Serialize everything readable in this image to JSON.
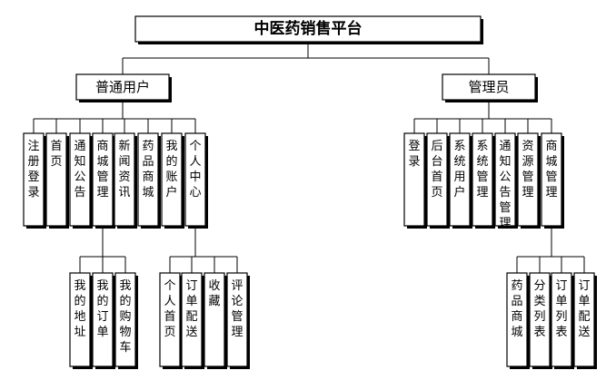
{
  "root": {
    "label": "中医药销售平台"
  },
  "branches": [
    {
      "label": "普通用户",
      "children": [
        {
          "label": "注册登录",
          "children": []
        },
        {
          "label": "首页",
          "children": []
        },
        {
          "label": "通知公告",
          "children": []
        },
        {
          "label": "商城管理",
          "children": [
            "我的地址",
            "我的订单",
            "我的购物车"
          ]
        },
        {
          "label": "新闻资讯",
          "children": []
        },
        {
          "label": "药品商城",
          "children": []
        },
        {
          "label": "我的账户",
          "children": []
        },
        {
          "label": "个人中心",
          "children": [
            "个人首页",
            "订单配送",
            "收藏",
            "评论管理"
          ]
        }
      ]
    },
    {
      "label": "管理员",
      "children": [
        {
          "label": "登录",
          "children": []
        },
        {
          "label": "后台首页",
          "children": []
        },
        {
          "label": "系统用户",
          "children": []
        },
        {
          "label": "系统管理",
          "children": []
        },
        {
          "label": "通知公告管理",
          "children": []
        },
        {
          "label": "资源管理",
          "children": []
        },
        {
          "label": "商城管理",
          "children": [
            "药品商城",
            "分类列表",
            "订单列表",
            "订单配送"
          ]
        }
      ]
    }
  ]
}
